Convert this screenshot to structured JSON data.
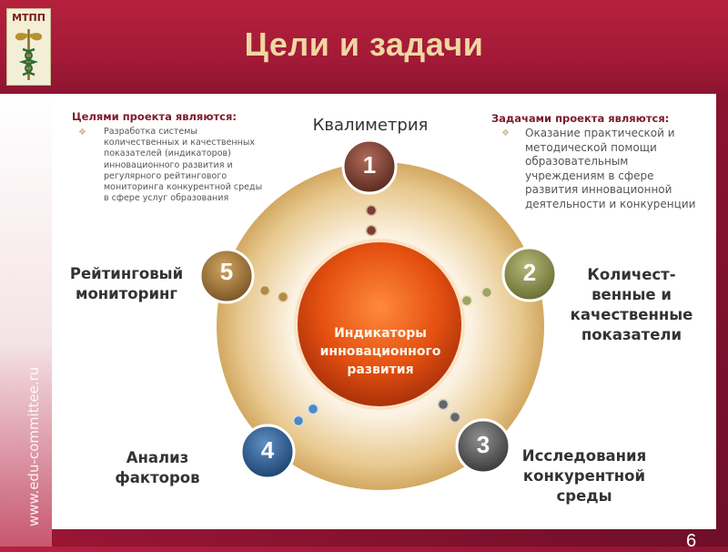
{
  "header": {
    "title": "Цели и задачи",
    "logo_text": "МТПП"
  },
  "side": {
    "url": "www.edu-committee.ru"
  },
  "page": {
    "number": "6"
  },
  "goals": {
    "heading": "Целями проекта являются:",
    "text": "Разработка системы количественных и качественных показателей (индикаторов) инновационного развития и регулярного рейтингового мониторинга конкурентной среды в сфере услуг образования"
  },
  "tasks": {
    "heading": "Задачами проекта являются:",
    "text": "Оказание практической и методической помощи образовательным учреждениям в сфере развития инновационной деятельности и конкуренции"
  },
  "diagram": {
    "center": [
      "Индикаторы",
      "инновационного",
      "развития"
    ],
    "nodes": [
      {
        "number": "1",
        "label": [
          "Квалиметрия"
        ]
      },
      {
        "number": "2",
        "label": [
          "Количест-",
          "венные и",
          "качественные",
          "показатели"
        ]
      },
      {
        "number": "3",
        "label": [
          "Исследования",
          "конкурентной",
          "среды"
        ]
      },
      {
        "number": "4",
        "label": [
          "Анализ",
          "факторов"
        ]
      },
      {
        "number": "5",
        "label": [
          "Рейтинговый",
          "мониторинг"
        ]
      }
    ]
  },
  "colors": {
    "brand": "#a41a37",
    "title": "#efd7a2",
    "heading": "#7d1a2e",
    "center": "#e8561a",
    "node1": "#7a3f33",
    "node2": "#8b8f4c",
    "node3": "#555555",
    "node4": "#2c5a8a",
    "node5": "#9a7438"
  }
}
